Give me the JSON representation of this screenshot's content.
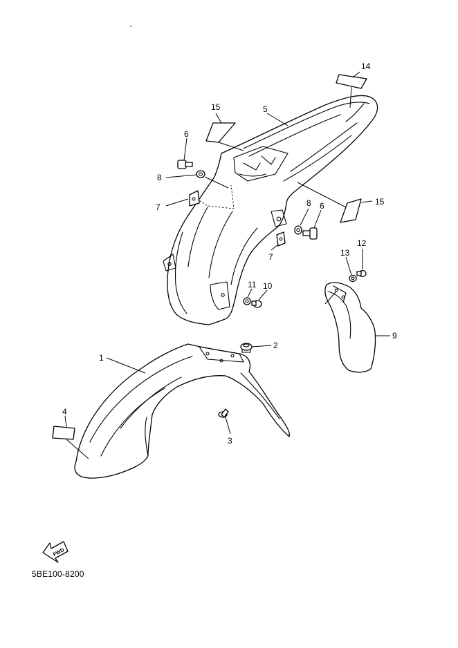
{
  "callouts": [
    {
      "id": "c1",
      "text": "1"
    },
    {
      "id": "c2",
      "text": "2"
    },
    {
      "id": "c3",
      "text": "3"
    },
    {
      "id": "c4",
      "text": "4"
    },
    {
      "id": "c5",
      "text": "5"
    },
    {
      "id": "c6a",
      "text": "6"
    },
    {
      "id": "c6b",
      "text": "6"
    },
    {
      "id": "c7a",
      "text": "7"
    },
    {
      "id": "c7b",
      "text": "7"
    },
    {
      "id": "c8a",
      "text": "8"
    },
    {
      "id": "c8b",
      "text": "8"
    },
    {
      "id": "c9",
      "text": "9"
    },
    {
      "id": "c10",
      "text": "10"
    },
    {
      "id": "c11",
      "text": "11"
    },
    {
      "id": "c12",
      "text": "12"
    },
    {
      "id": "c13",
      "text": "13"
    },
    {
      "id": "c14",
      "text": "14"
    },
    {
      "id": "c15a",
      "text": "15"
    },
    {
      "id": "c15b",
      "text": "15"
    }
  ],
  "fwd_label": "FWD",
  "drawing_code": "5BE100-8200",
  "colors": {
    "line": "#000000",
    "background": "#ffffff"
  }
}
